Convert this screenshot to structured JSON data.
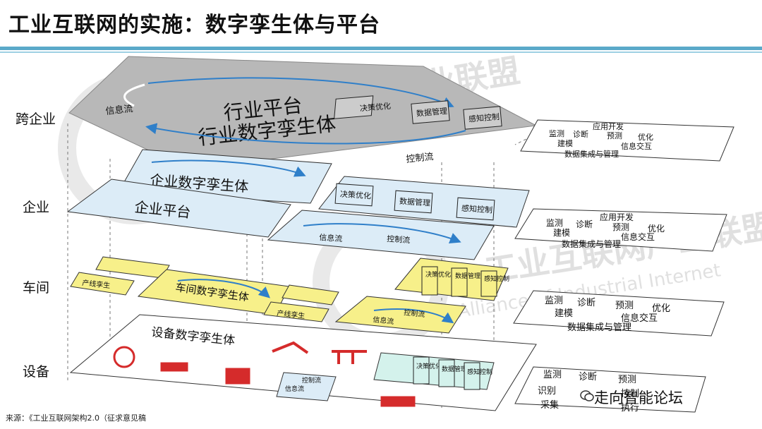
{
  "title": "工业互联网的实施：数字孪生体与平台",
  "levels": {
    "cross": "跨企业",
    "enterprise": "企业",
    "workshop": "车间",
    "device": "设备"
  },
  "cross_layer": {
    "platform": "行业平台",
    "twin": "行业数字孪生体",
    "info_flow": "信息流",
    "control_flow": "控制流",
    "boxes": [
      "决策优化",
      "数据管理",
      "感知控制"
    ]
  },
  "enterprise_layer": {
    "twin": "企业数字孪生体",
    "platform": "企业平台",
    "info_flow": "信息流",
    "control_flow": "控制流",
    "boxes": [
      "决策优化",
      "数据管理",
      "感知控制"
    ]
  },
  "workshop_layer": {
    "twin": "车间数字孪生体",
    "line_twin_1": "产线孪生",
    "line_twin_2": "产线孪生",
    "info_flow": "信息流",
    "control_flow": "控制流",
    "boxes": [
      "决策优化",
      "数据管理",
      "感知控制"
    ]
  },
  "device_layer": {
    "twin": "设备数字孪生体",
    "info_flow": "信息流",
    "control_flow": "控制流",
    "boxes": [
      "决策优化",
      "数据管理",
      "感知控制"
    ]
  },
  "side_tables": {
    "cross": {
      "row1": [
        "应用开发"
      ],
      "row2": [
        "监测",
        "诊断",
        "预测",
        "优化"
      ],
      "row3": [
        "建模",
        "信息交互"
      ],
      "row4": [
        "数据集成与管理"
      ]
    },
    "enterprise": {
      "row1": [
        "应用开发"
      ],
      "row2": [
        "监测",
        "诊断",
        "预测",
        "优化"
      ],
      "row3": [
        "建模",
        "信息交互"
      ],
      "row4": [
        "数据集成与管理"
      ]
    },
    "workshop": {
      "row2": [
        "监测",
        "诊断",
        "预测",
        "优化"
      ],
      "row3": [
        "建模",
        "信息交互"
      ],
      "row4": [
        "数据集成与管理"
      ]
    },
    "device": {
      "row2": [
        "监测",
        "诊断",
        "预测"
      ],
      "row3": [
        "识别",
        "控制"
      ],
      "row4": [
        "采集",
        "执行"
      ]
    }
  },
  "watermark": {
    "cn": "工业互联网产业联盟",
    "en": "Alliance of Industrial Internet"
  },
  "source": "来源：《工业互联网架构2.0（征求意见稿",
  "brand": "走向智能论坛",
  "colors": {
    "accent": "#5aa9c9",
    "gray_layer": "#b8b8b8",
    "blue_layer": "#dcecf7",
    "yellow_layer": "#f7f08a",
    "flow": "#2f7fc9"
  },
  "icons": [
    "gear-watermark-icon",
    "wechat-icon",
    "flow-arrow-icon"
  ]
}
